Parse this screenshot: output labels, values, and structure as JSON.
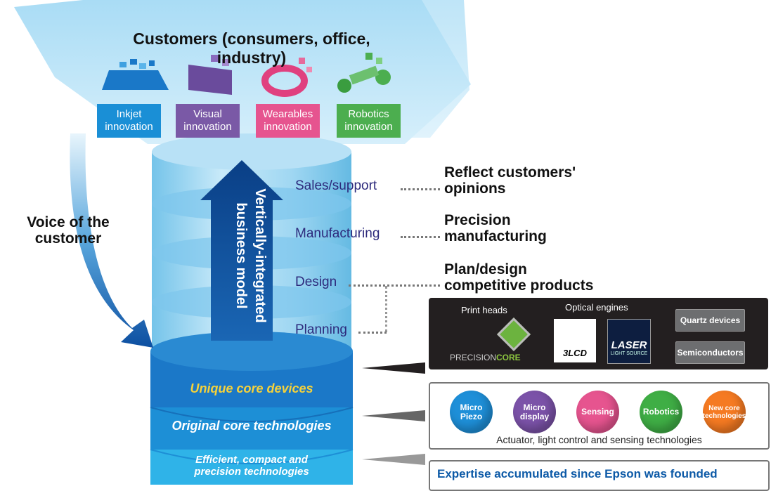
{
  "header": {
    "title": "Customers (consumers, office, industry)"
  },
  "categories": [
    {
      "label": "Inkjet\ninnovation",
      "color": "#1a8fd6"
    },
    {
      "label": "Visual\ninnovation",
      "color": "#7a59a6"
    },
    {
      "label": "Wearables\ninnovation",
      "color": "#e6548f"
    },
    {
      "label": "Robotics\ninnovation",
      "color": "#4cae4f"
    }
  ],
  "voice": "Voice of the\ncustomer",
  "arrow_label": "Vertically-integrated\nbusiness model",
  "stages": [
    "Sales/support",
    "Manufacturing",
    "Design",
    "Planning"
  ],
  "messages": [
    "Reflect customers'\nopinions",
    "Precision\nmanufacturing",
    "Plan/design\ncompetitive products"
  ],
  "base_layers": [
    {
      "label": "Unique core devices",
      "color": "#f6d23a"
    },
    {
      "label": "Original core technologies",
      "color": "#ffffff"
    },
    {
      "label": "Efficient, compact and\nprecision technologies",
      "color": "#ffffff"
    }
  ],
  "devices_panel": {
    "print_heads": "Print heads",
    "optical_engines": "Optical engines",
    "precisioncore": {
      "prefix": "PRECISION",
      "suffix": "CORE"
    },
    "lcd": "3LCD",
    "laser": "LASER",
    "laser_sub": "LIGHT SOURCE",
    "quartz": "Quartz devices",
    "semiconductors": "Semiconductors"
  },
  "tech_panel": {
    "balls": [
      {
        "label": "Micro\nPiezo",
        "color": "#1e8fd8"
      },
      {
        "label": "Micro\ndisplay",
        "color": "#7b52a8"
      },
      {
        "label": "Sensing",
        "color": "#e6548f"
      },
      {
        "label": "Robotics",
        "color": "#3fae45"
      },
      {
        "label": "New core\ntechnologies",
        "color": "#f57a22"
      }
    ],
    "caption": "Actuator, light control and sensing technologies"
  },
  "expertise": "Expertise accumulated since Epson was founded"
}
